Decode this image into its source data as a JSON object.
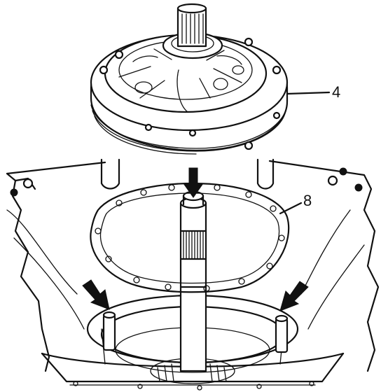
{
  "callouts": [
    {
      "id": "pump",
      "label": "4"
    },
    {
      "id": "gasket",
      "label": "8"
    }
  ],
  "colors": {
    "ink": "#111111",
    "paper": "#ffffff"
  },
  "icons": [
    "down-arrow-icon"
  ]
}
